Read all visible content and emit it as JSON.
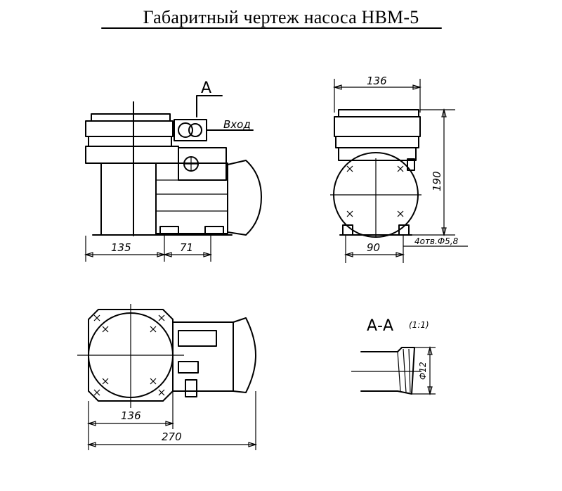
{
  "title": "Габаритный чертеж насоса НВМ-5",
  "front_view": {
    "section_mark": "A",
    "inlet_label": "Вход",
    "dim_left": "135",
    "dim_right": "71"
  },
  "side_view": {
    "dim_top": "136",
    "dim_height": "190",
    "dim_base": "90",
    "holes_note": "4отв.Ф5,8"
  },
  "top_view": {
    "dim_inner": "136",
    "dim_total": "270"
  },
  "section_view": {
    "label": "А-А",
    "scale": "(1:1)",
    "diameter": "Ф12"
  }
}
